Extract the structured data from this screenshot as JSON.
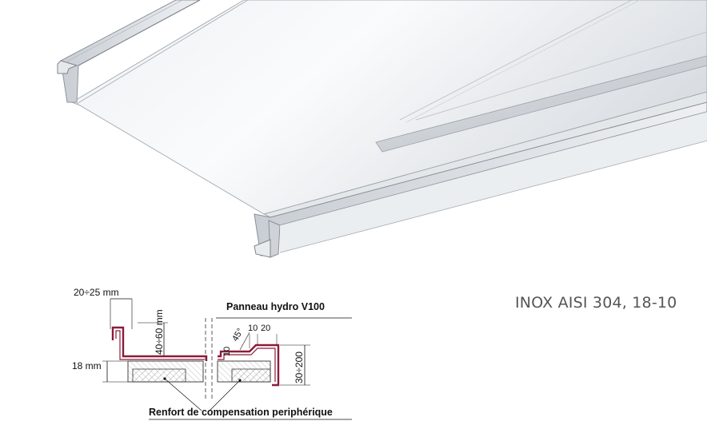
{
  "material": "INOX AISI 304, 18-10",
  "labels": {
    "width_range": "20÷25 mm",
    "height_range": "40÷60 mm",
    "thickness": "18 mm",
    "panel": "Panneau hydro V100",
    "angle": "45°",
    "dim_10_top": "10",
    "dim_20": "20",
    "dim_10_side": "10",
    "depth_range": "30÷200",
    "reinforcement": "Renfort de compensation periphérique"
  },
  "colors": {
    "profile_stroke": "#8c1c3a",
    "metal_light": "#f4f6f8",
    "metal_mid": "#d5d9de",
    "metal_dark": "#9aa0a8",
    "text": "#111111",
    "title": "#555555"
  }
}
